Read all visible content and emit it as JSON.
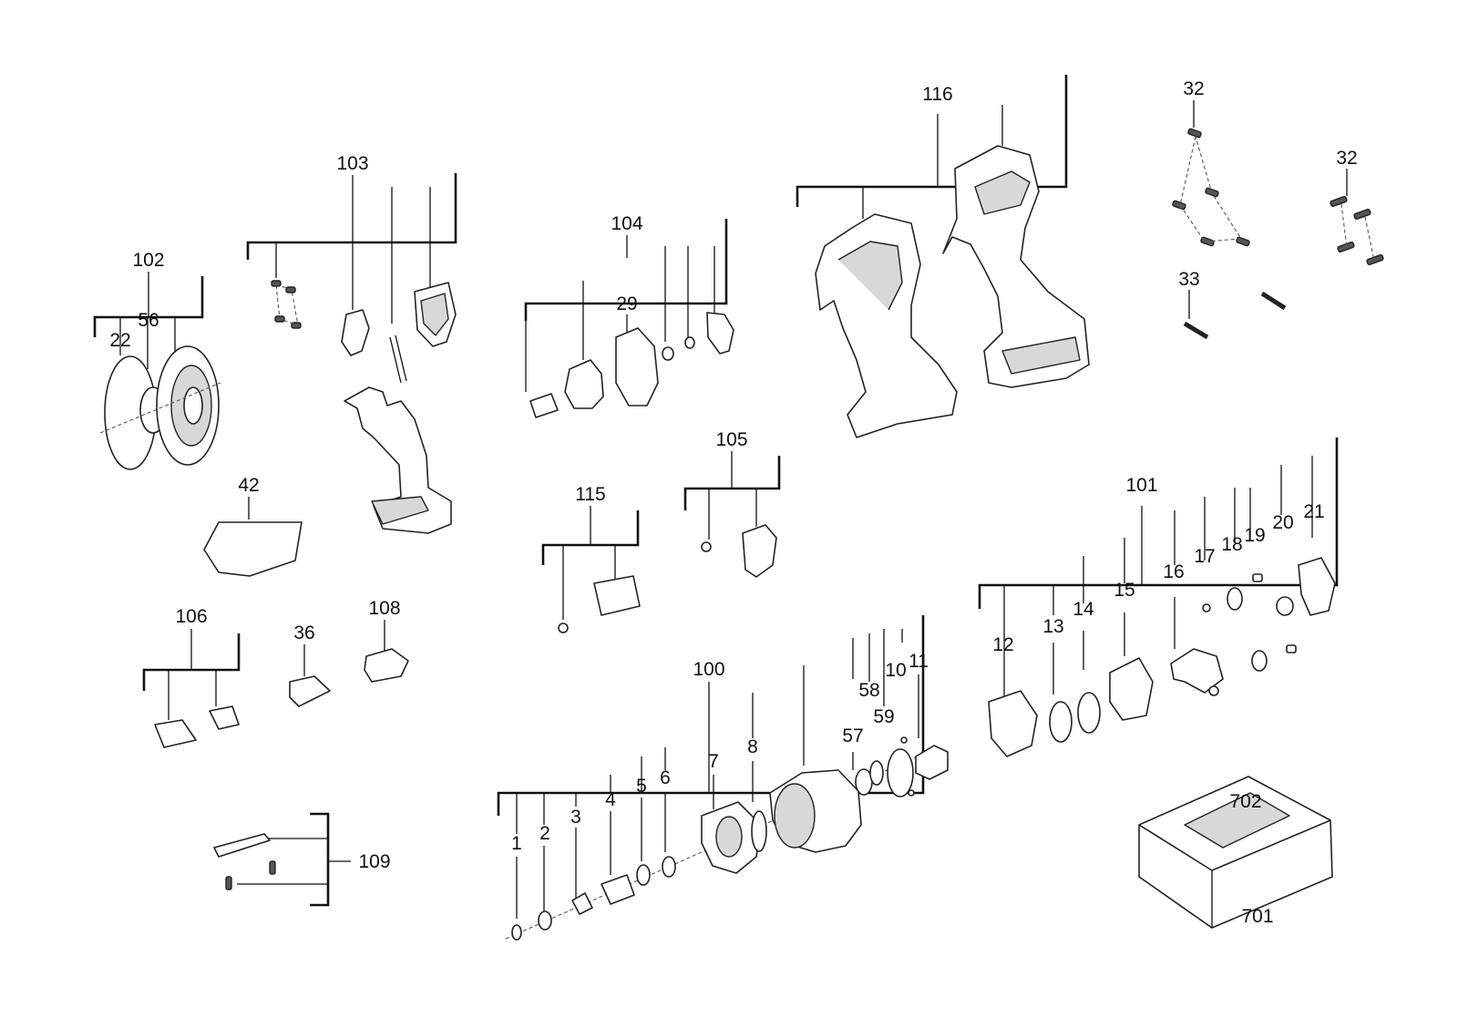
{
  "diagram": {
    "kind": "exploded parts diagram",
    "callouts": [
      {
        "id": "c1",
        "text": "1"
      },
      {
        "id": "c2",
        "text": "2"
      },
      {
        "id": "c3",
        "text": "3"
      },
      {
        "id": "c4",
        "text": "4"
      },
      {
        "id": "c5",
        "text": "5"
      },
      {
        "id": "c6",
        "text": "6"
      },
      {
        "id": "c7",
        "text": "7"
      },
      {
        "id": "c8",
        "text": "8"
      },
      {
        "id": "c10",
        "text": "10"
      },
      {
        "id": "c11",
        "text": "11"
      },
      {
        "id": "c12",
        "text": "12"
      },
      {
        "id": "c13",
        "text": "13"
      },
      {
        "id": "c14",
        "text": "14"
      },
      {
        "id": "c15",
        "text": "15"
      },
      {
        "id": "c16",
        "text": "16"
      },
      {
        "id": "c17",
        "text": "17"
      },
      {
        "id": "c18",
        "text": "18"
      },
      {
        "id": "c19",
        "text": "19"
      },
      {
        "id": "c20",
        "text": "20"
      },
      {
        "id": "c21",
        "text": "21"
      },
      {
        "id": "c22",
        "text": "22"
      },
      {
        "id": "c29",
        "text": "29"
      },
      {
        "id": "c32a",
        "text": "32"
      },
      {
        "id": "c32b",
        "text": "32"
      },
      {
        "id": "c33",
        "text": "33"
      },
      {
        "id": "c36",
        "text": "36"
      },
      {
        "id": "c42",
        "text": "42"
      },
      {
        "id": "c56",
        "text": "56"
      },
      {
        "id": "c57",
        "text": "57"
      },
      {
        "id": "c58",
        "text": "58"
      },
      {
        "id": "c59",
        "text": "59"
      },
      {
        "id": "c100",
        "text": "100"
      },
      {
        "id": "c101",
        "text": "101"
      },
      {
        "id": "c102",
        "text": "102"
      },
      {
        "id": "c103",
        "text": "103"
      },
      {
        "id": "c104",
        "text": "104"
      },
      {
        "id": "c105",
        "text": "105"
      },
      {
        "id": "c106",
        "text": "106"
      },
      {
        "id": "c108",
        "text": "108"
      },
      {
        "id": "c109",
        "text": "109"
      },
      {
        "id": "c115",
        "text": "115"
      },
      {
        "id": "c116",
        "text": "116"
      },
      {
        "id": "c701",
        "text": "701"
      },
      {
        "id": "c702",
        "text": "702"
      }
    ]
  }
}
